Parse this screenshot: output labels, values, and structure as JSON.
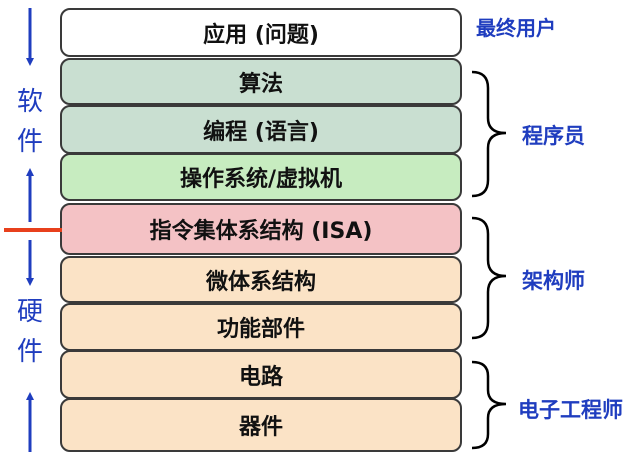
{
  "layers": [
    {
      "label": "应用 (问题)",
      "color": "#ffffff"
    },
    {
      "label": "算法",
      "color": "#c9dfd1"
    },
    {
      "label": "编程 (语言)",
      "color": "#c9dfd1"
    },
    {
      "label": "操作系统/虚拟机",
      "color": "#c7ecc0"
    },
    {
      "label": "指令集体系结构 (ISA)",
      "color": "#f4c2c5"
    },
    {
      "label": "微体系结构",
      "color": "#fbe3c6"
    },
    {
      "label": "功能部件",
      "color": "#fbe3c6"
    },
    {
      "label": "电路",
      "color": "#fbe3c6"
    },
    {
      "label": "器件",
      "color": "#fbe3c6"
    }
  ],
  "roles": {
    "end_user": "最终用户",
    "programmer": "程序员",
    "architect": "架构师",
    "electrical_engineer": "电子工程师"
  },
  "left_labels": {
    "software": [
      "软",
      "件"
    ],
    "hardware": [
      "硬",
      "件"
    ]
  },
  "colors": {
    "accent_blue": "#1f3dbf",
    "isa_marker": "#e8401c"
  }
}
